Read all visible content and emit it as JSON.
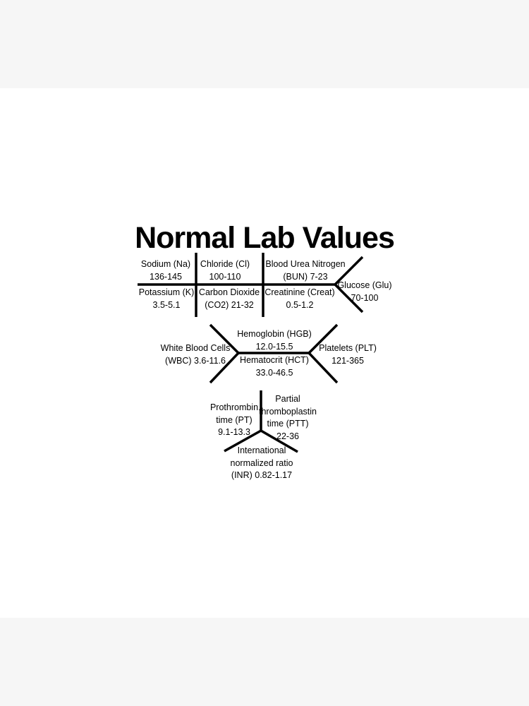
{
  "title": "Normal Lab Values",
  "bmp": {
    "sodium": [
      "Sodium (Na)",
      "136-145"
    ],
    "chloride": [
      "Chloride (Cl)",
      "100-110"
    ],
    "bun": [
      "Blood Urea Nitrogen",
      "(BUN) 7-23"
    ],
    "potassium": [
      "Potassium (K)",
      "3.5-5.1"
    ],
    "co2": [
      "Carbon Dioxide",
      "(CO2) 21-32"
    ],
    "creatinine": [
      "Creatinine (Creat)",
      "0.5-1.2"
    ],
    "glucose": [
      "Glucose (Glu)",
      "70-100"
    ]
  },
  "cbc": {
    "hemoglobin": [
      "Hemoglobin (HGB)",
      "12.0-15.5"
    ],
    "wbc": [
      "White Blood Cells",
      "(WBC) 3.6-11.6"
    ],
    "hematocrit": [
      "Hematocrit (HCT)",
      "33.0-46.5"
    ],
    "platelets": [
      "Platelets (PLT)",
      "121-365"
    ]
  },
  "coag": {
    "pt": [
      "Prothrombin",
      "time (PT)",
      "9.1-13.3"
    ],
    "ptt": [
      "Partial",
      "thromboplastin",
      "time (PTT)",
      "22-36"
    ],
    "inr": [
      "International",
      "normalized ratio",
      "(INR) 0.82-1.17"
    ]
  }
}
